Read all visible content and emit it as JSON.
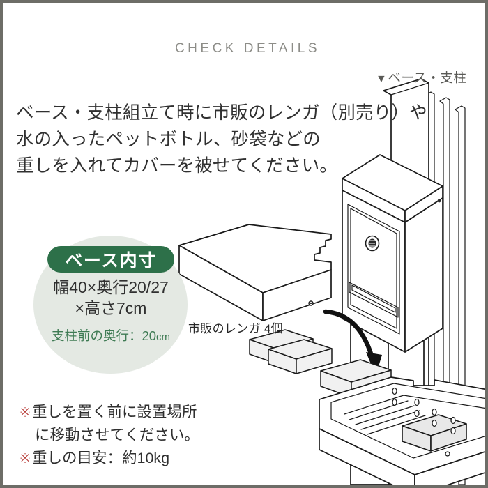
{
  "header": {
    "title": "CHECK DETAILS"
  },
  "lead": {
    "line1": "ベース・支柱組立て時に市販のレンガ（別売り）や",
    "line2": "水の入ったペットボトル、砂袋などの",
    "line3": "重しを入れてカバーを被せてください。"
  },
  "pointer": {
    "marker": "▼",
    "label": "ベース・支柱"
  },
  "spec": {
    "badge": "ベース内寸",
    "dims_line1": "幅40×奥行20/27",
    "dims_line2": "×高さ7cm",
    "sub_label": "支柱前の奥行：20",
    "sub_unit": "cm"
  },
  "brick": {
    "caption": "市販のレンガ 4個"
  },
  "notes": {
    "note1_mark": "※",
    "note1_line1": "重しを置く前に設置場所",
    "note1_line2": "に移動させてください。",
    "note2_mark": "※",
    "note2_text": "重しの目安：約10kg"
  },
  "colors": {
    "frame": "#6d6d67",
    "title": "#8d8d88",
    "body_text": "#303030",
    "badge_green": "#2d7049",
    "circle_bg": "#e4e9e3",
    "sub_green": "#3f7b54",
    "note_mark_red": "#b4302c"
  },
  "icons": {
    "triangle_down": "triangle-down-icon",
    "lock_dial": "lock-dial-icon",
    "curved_arrow": "curved-arrow-icon"
  }
}
